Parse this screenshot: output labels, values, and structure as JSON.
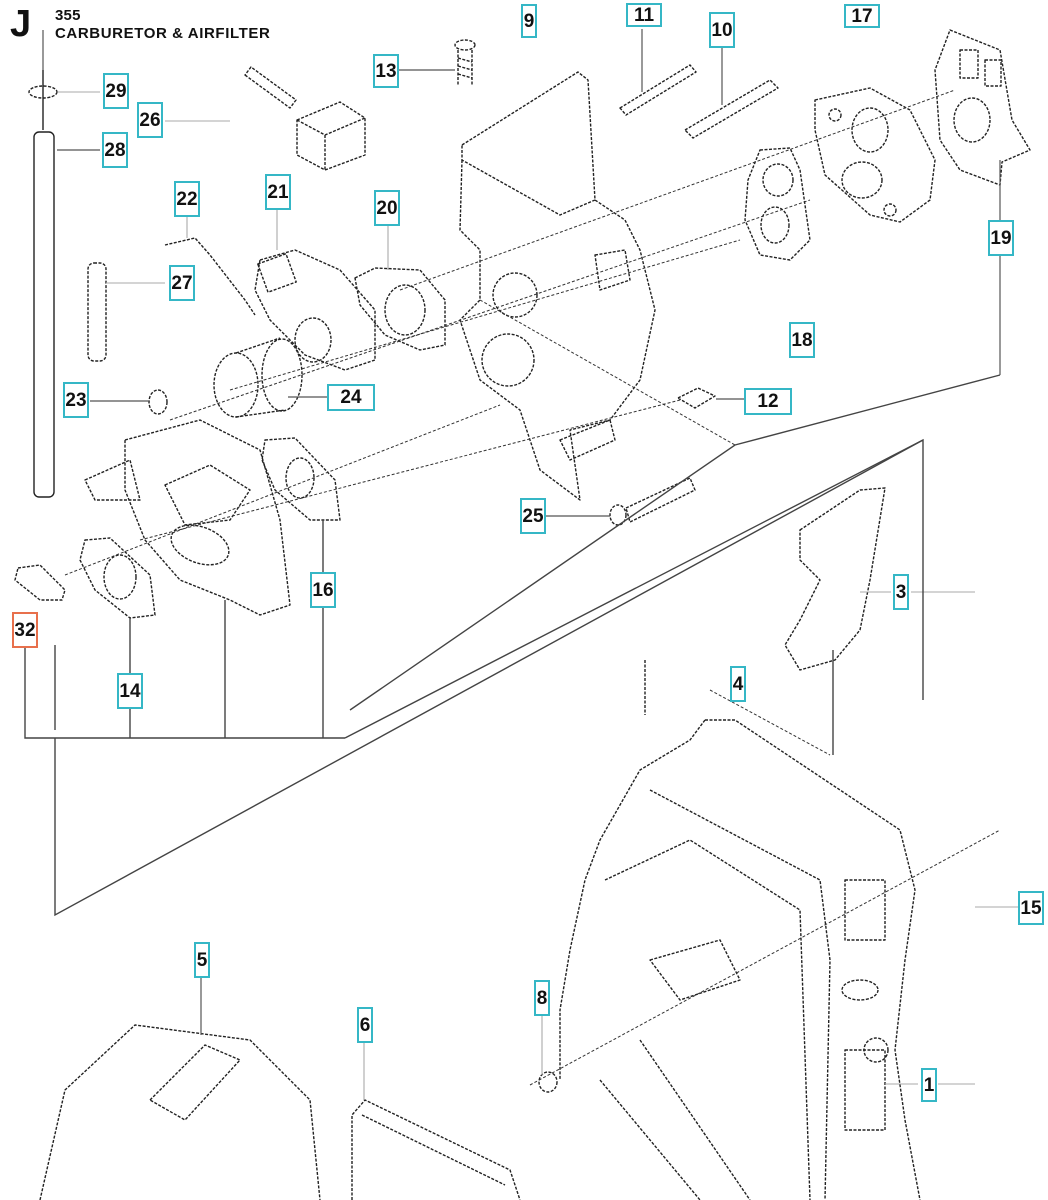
{
  "header": {
    "section_letter": "J",
    "model_number": "355",
    "section_title": "CARBURETOR & AIRFILTER"
  },
  "colors": {
    "callout_border": "#35b7c6",
    "callout_highlight_border": "#e8704c",
    "line_art": "#222222"
  },
  "callouts": [
    {
      "id": "1",
      "label": "1",
      "highlighted": false
    },
    {
      "id": "3",
      "label": "3",
      "highlighted": false
    },
    {
      "id": "4",
      "label": "4",
      "highlighted": false
    },
    {
      "id": "5",
      "label": "5",
      "highlighted": false
    },
    {
      "id": "6",
      "label": "6",
      "highlighted": false
    },
    {
      "id": "8",
      "label": "8",
      "highlighted": false
    },
    {
      "id": "9",
      "label": "9",
      "highlighted": false
    },
    {
      "id": "10",
      "label": "10",
      "highlighted": false
    },
    {
      "id": "11",
      "label": "11",
      "highlighted": false
    },
    {
      "id": "12",
      "label": "12",
      "highlighted": false
    },
    {
      "id": "13",
      "label": "13",
      "highlighted": false
    },
    {
      "id": "14",
      "label": "14",
      "highlighted": false
    },
    {
      "id": "15",
      "label": "15",
      "highlighted": false
    },
    {
      "id": "16",
      "label": "16",
      "highlighted": false
    },
    {
      "id": "17",
      "label": "17",
      "highlighted": false
    },
    {
      "id": "18",
      "label": "18",
      "highlighted": false
    },
    {
      "id": "19",
      "label": "19",
      "highlighted": false
    },
    {
      "id": "20",
      "label": "20",
      "highlighted": false
    },
    {
      "id": "21",
      "label": "21",
      "highlighted": false
    },
    {
      "id": "22",
      "label": "22",
      "highlighted": false
    },
    {
      "id": "23",
      "label": "23",
      "highlighted": false
    },
    {
      "id": "24",
      "label": "24",
      "highlighted": false
    },
    {
      "id": "25",
      "label": "25",
      "highlighted": false
    },
    {
      "id": "26",
      "label": "26",
      "highlighted": false
    },
    {
      "id": "27",
      "label": "27",
      "highlighted": false
    },
    {
      "id": "28",
      "label": "28",
      "highlighted": false
    },
    {
      "id": "29",
      "label": "29",
      "highlighted": false
    },
    {
      "id": "32",
      "label": "32",
      "highlighted": true
    }
  ]
}
